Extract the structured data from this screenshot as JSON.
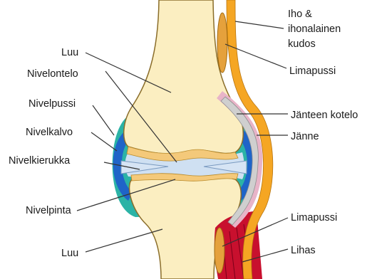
{
  "diagram": {
    "labels": {
      "luu_top": "Luu",
      "nivelontelo": "Nivelontelo",
      "nivelpussi": "Nivelpussi",
      "nivelkalvo": "Nivelkalvo",
      "nivelkierukka": "Nivelkierukka",
      "nivelpinta": "Nivelpinta",
      "luu_bottom": "Luu",
      "iho_line1": "Iho &",
      "iho_line2": "ihonalainen",
      "iho_line3": "kudos",
      "limapussi_top": "Limapussi",
      "janteen_kotelo": "Jänteen kotelo",
      "janne": "Jänne",
      "limapussi_bottom": "Limapussi",
      "lihas": "Lihas"
    },
    "colors": {
      "bone": "#fbeec1",
      "bone_outline": "#8a6d2a",
      "capsule": "#2bb3a6",
      "membrane": "#1f64c8",
      "cavity": "#cfe0f2",
      "cartilage": "#f4c97a",
      "skin": "#f5a623",
      "bursa": "#e5a13c",
      "tendon": "#d0d0d0",
      "muscle": "#c8102e"
    }
  }
}
